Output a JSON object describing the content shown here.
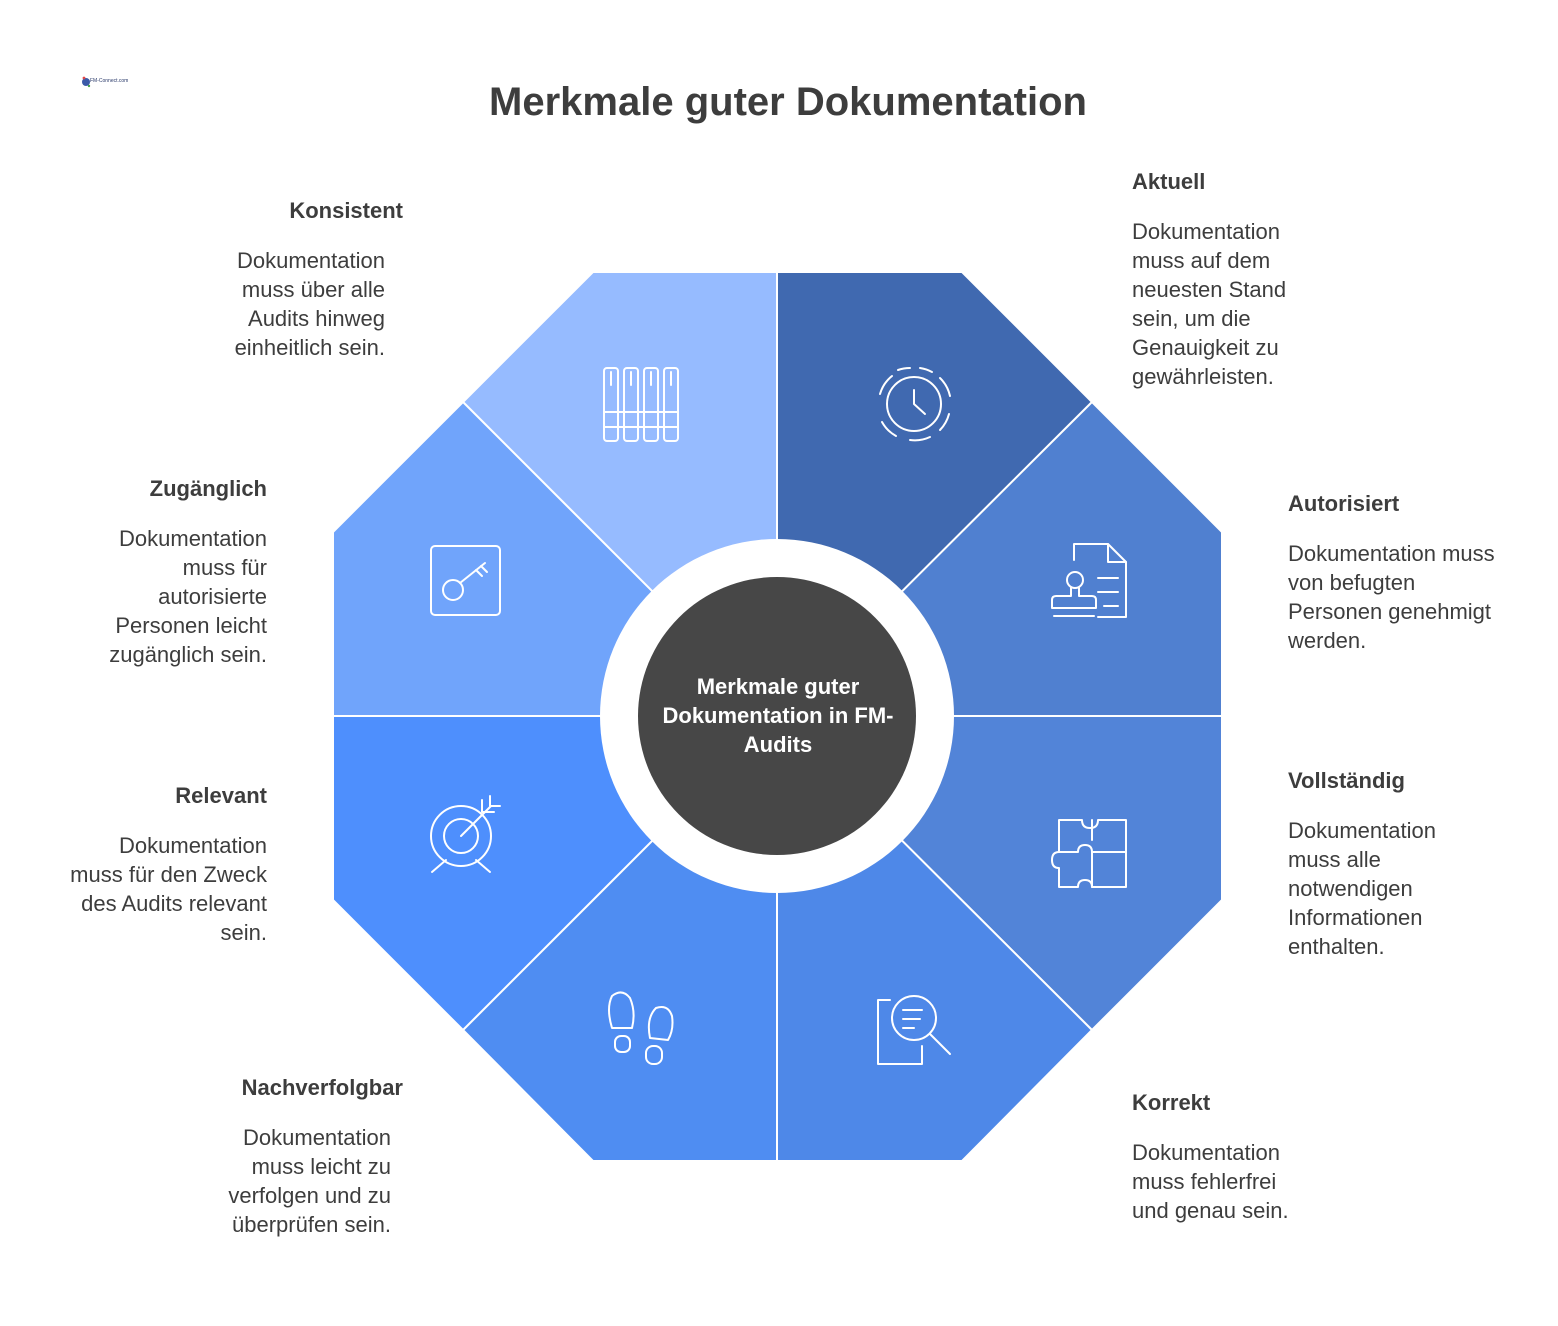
{
  "header": {
    "title": "Merkmale guter Dokumentation",
    "logo_text": "FM-Connect.com"
  },
  "center": {
    "label": "Merkmale guter Dokumentation in FM-Audits",
    "color": "#474747"
  },
  "colors": {
    "konsistent": "#96bbff",
    "aktuell": "#4069b0",
    "autorisiert": "#5080d0",
    "vollstaendig": "#5284d8",
    "korrekt": "#4e88e8",
    "nachverfolgbar": "#4f8df2",
    "relevant": "#4e8ffd",
    "zugaenglich": "#70a4fb"
  },
  "items": {
    "konsistent": {
      "title": "Konsistent",
      "desc": "Dokumentation muss über alle Audits hinweg einheitlich sein.",
      "icon": "books-icon"
    },
    "aktuell": {
      "title": "Aktuell",
      "desc": "Dokumentation muss auf dem neuesten Stand sein, um die Genauigkeit zu gewährleisten.",
      "icon": "clock-icon"
    },
    "autorisiert": {
      "title": "Autorisiert",
      "desc": "Dokumentation muss von befugten Personen genehmigt werden.",
      "icon": "stamp-document-icon"
    },
    "vollstaendig": {
      "title": "Vollständig",
      "desc": "Dokumentation muss alle notwendigen Informationen enthalten.",
      "icon": "puzzle-icon"
    },
    "korrekt": {
      "title": "Korrekt",
      "desc": "Dokumentation muss fehlerfrei und genau sein.",
      "icon": "document-search-icon"
    },
    "nachverfolgbar": {
      "title": "Nachverfolgbar",
      "desc": "Dokumentation muss leicht zu verfolgen und zu überprüfen sein.",
      "icon": "footprints-icon"
    },
    "relevant": {
      "title": "Relevant",
      "desc": "Dokumentation muss für den Zweck des Audits relevant sein.",
      "icon": "target-icon"
    },
    "zugaenglich": {
      "title": "Zugänglich",
      "desc": "Dokumentation muss für autorisierte Personen leicht zugänglich sein.",
      "icon": "key-icon"
    }
  }
}
